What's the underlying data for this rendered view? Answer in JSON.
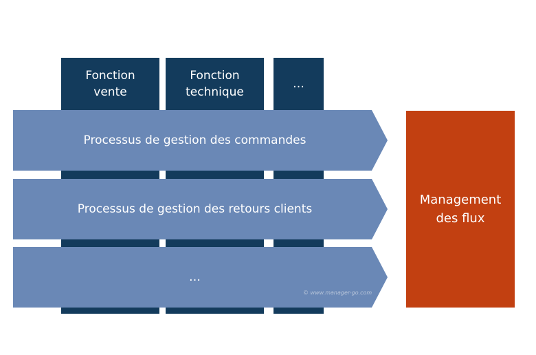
{
  "functions": [
    {
      "label": "Fonction\nvente"
    },
    {
      "label": "Fonction\ntechnique"
    },
    {
      "label": "…"
    }
  ],
  "processes": [
    {
      "label": "Processus de gestion des commandes"
    },
    {
      "label": "Processus de gestion des retours clients"
    },
    {
      "label": "…"
    }
  ],
  "management": {
    "label": "Management\ndes flux"
  },
  "watermark": "© www.manager-go.com",
  "colors": {
    "function_column": "#133b5c",
    "process_arrow": "#6a88b6",
    "management_box": "#c24011"
  }
}
